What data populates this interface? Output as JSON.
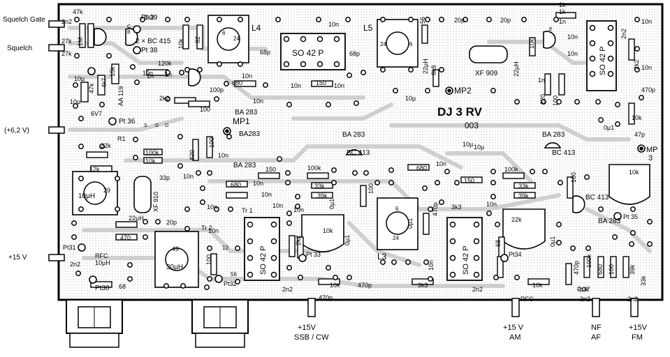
{
  "board": {
    "title": "DJ 3 RV",
    "number": "003",
    "colors": {
      "ink": "#000000",
      "paper": "#ffffff",
      "copper": "#d9d9d9",
      "pad": "#ffffff"
    }
  },
  "edge_labels": {
    "squelch_gate": "Squelch Gate",
    "squelch": "Squelch",
    "v62": "(+6,2 V)",
    "v15": "+15 V",
    "ssb_cw_v": "+15V",
    "ssb_cw": "SSB / CW",
    "am_v": "+15 V",
    "am": "AM",
    "nf": "NF",
    "af": "AF",
    "fm_v": "+15V",
    "fm": "FM"
  },
  "ics": [
    {
      "label": "SO 42 P"
    },
    {
      "label": "SO 42 P"
    },
    {
      "label": "SO 42 P"
    },
    {
      "label": "SO 42 P"
    }
  ],
  "coils": {
    "l4": "L4",
    "l5": "L5",
    "l3": "L3",
    "tr1": "Tr 1",
    "tr2": "Tr 2",
    "xf910": "XF 910",
    "xf909": "XF 909",
    "l10uh": "10µH",
    "l30uh": "30µH",
    "n29": "29",
    "n49": "49",
    "n24a": "24",
    "n24b": "24",
    "n24c": "24",
    "n6a": "6",
    "n6b": "6",
    "n6c": "6",
    "n12": "12",
    "n56": "56"
  },
  "test_points": {
    "mp1": "MP1",
    "mp2": "MP2",
    "mp3": "MP",
    "mp3n": "3",
    "pt39": "Pt 39",
    "pt38": "Pt 38",
    "pt36": "Pt 36",
    "pt35": "Pt 35",
    "pt34": "Pt34",
    "pt33": "Pt 33",
    "pt37": "Pt37",
    "pt32": "Pt32",
    "pt30": "Pt30",
    "pt31": "Pt31"
  },
  "semis": {
    "bc415": "2 × BC 415",
    "aa119": "AA 119",
    "v67": "6V7",
    "ba283a": "BA 283",
    "ba283b": "BA 283",
    "ba283c": "BA 283",
    "ba283d": "BA 283",
    "ba283e": "BA 283",
    "ba283f": "BA283",
    "bc413a": "BC 413",
    "bc413b": "BC 413",
    "bc413c": "BC 413"
  },
  "components": [
    {
      "v": "2n2"
    },
    {
      "v": "27k"
    },
    {
      "v": "1M"
    },
    {
      "v": "47k"
    },
    {
      "v": "2k2"
    },
    {
      "v": "10k"
    },
    {
      "v": "82"
    },
    {
      "v": "10n"
    },
    {
      "v": "68p"
    },
    {
      "v": "68p"
    },
    {
      "v": "56"
    },
    {
      "v": "20p"
    },
    {
      "v": "20p"
    },
    {
      "v": "1k"
    },
    {
      "v": "1n"
    },
    {
      "v": "10n"
    },
    {
      "v": "10n"
    },
    {
      "v": "2n2"
    },
    {
      "v": "27k"
    },
    {
      "v": "22µH"
    },
    {
      "v": "6k8"
    },
    {
      "v": "22µH"
    },
    {
      "v": "10k"
    },
    {
      "v": "10n"
    },
    {
      "v": "2k2"
    },
    {
      "v": "10µ"
    },
    {
      "v": "47k"
    },
    {
      "v": "4k7"
    },
    {
      "v": "15k"
    },
    {
      "v": "120k"
    },
    {
      "v": "1n"
    },
    {
      "v": "10n"
    },
    {
      "v": "100p"
    },
    {
      "v": "680"
    },
    {
      "v": "150"
    },
    {
      "v": "10n"
    },
    {
      "v": "10n"
    },
    {
      "v": "10n"
    },
    {
      "v": "1n"
    },
    {
      "v": "220"
    },
    {
      "v": "100"
    },
    {
      "v": "10n"
    },
    {
      "v": "470p"
    },
    {
      "v": "10µ"
    },
    {
      "v": "10µ"
    },
    {
      "v": "1k"
    },
    {
      "v": "10n"
    },
    {
      "v": "2k2"
    },
    {
      "v": "100"
    },
    {
      "v": "1n"
    },
    {
      "v": "10k"
    },
    {
      "v": "47p"
    },
    {
      "v": "0µ1"
    },
    {
      "v": "R1"
    },
    {
      "v": "22k"
    },
    {
      "v": "100k"
    },
    {
      "v": "10k"
    },
    {
      "v": "820"
    },
    {
      "v": "100"
    },
    {
      "v": "10n"
    },
    {
      "v": "10µ"
    },
    {
      "v": "12k"
    },
    {
      "v": "150"
    },
    {
      "v": "680"
    },
    {
      "v": "100k"
    },
    {
      "v": "33k"
    },
    {
      "v": "39k"
    },
    {
      "v": "100"
    },
    {
      "v": "150"
    },
    {
      "v": "100k"
    },
    {
      "v": "33k"
    },
    {
      "v": "39k"
    },
    {
      "v": "100"
    },
    {
      "v": "10k"
    },
    {
      "v": "33p"
    },
    {
      "v": "10n"
    },
    {
      "v": "680"
    },
    {
      "v": "10n"
    },
    {
      "v": "10n"
    },
    {
      "v": "10n"
    },
    {
      "v": "0µ1"
    },
    {
      "v": "0µ1"
    },
    {
      "v": "10k"
    },
    {
      "v": "20p"
    },
    {
      "v": "10n"
    },
    {
      "v": "22µH"
    },
    {
      "v": "470"
    },
    {
      "v": "RFC"
    },
    {
      "v": "10µH"
    },
    {
      "v": "2n2"
    },
    {
      "v": "68"
    },
    {
      "v": "100"
    },
    {
      "v": "10n"
    },
    {
      "v": "2k2"
    },
    {
      "v": "10n"
    },
    {
      "v": "0µ1"
    },
    {
      "v": "10k"
    },
    {
      "v": "3k3"
    },
    {
      "v": "470p"
    },
    {
      "v": "2n2"
    },
    {
      "v": "470p"
    },
    {
      "v": "3k3"
    },
    {
      "v": "10n"
    },
    {
      "v": "68"
    },
    {
      "v": "22k"
    },
    {
      "v": "10k"
    },
    {
      "v": "0µ1"
    },
    {
      "v": "10k"
    },
    {
      "v": "2n2"
    },
    {
      "v": "470p"
    },
    {
      "v": "100k"
    },
    {
      "v": "100"
    },
    {
      "v": "680"
    },
    {
      "v": "39k"
    },
    {
      "v": "33k"
    },
    {
      "v": "RFC"
    },
    {
      "v": "2n2"
    },
    {
      "v": "2n2"
    },
    {
      "v": "470p"
    },
    {
      "v": "10n"
    },
    {
      "v": "10n"
    },
    {
      "v": "10µ"
    }
  ],
  "pin_letters": {
    "s": "S",
    "g": "G",
    "d": "D",
    "b": "B",
    "c": "C",
    "e": "E"
  }
}
